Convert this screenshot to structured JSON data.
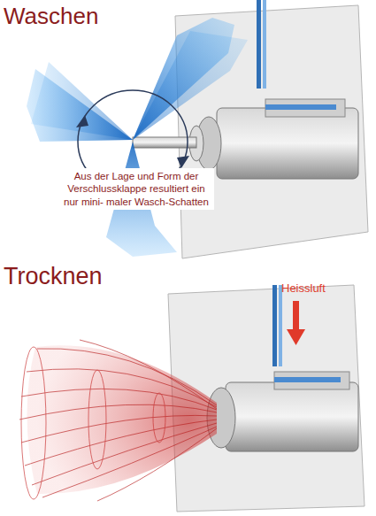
{
  "diagram": {
    "labels": [
      "Waschen",
      "Aus der Lage und Form der Verschlussklappe resultiert ein nur mini- maler Wasch-Schatten",
      "Trocknen",
      "Heissluft"
    ]
  }
}
